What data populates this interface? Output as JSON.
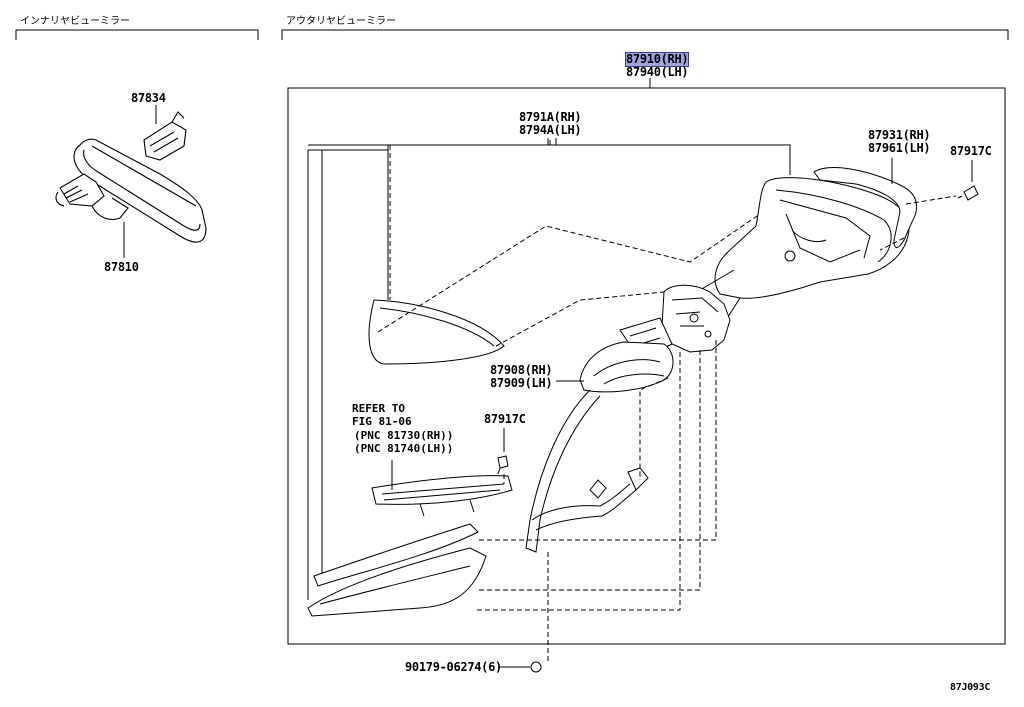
{
  "headers": {
    "inner_mirror": "インナリヤビューミラー",
    "outer_mirror": "アウタリヤビューミラー"
  },
  "parts": {
    "p87834": "87834",
    "p87810": "87810",
    "p87910": "87910(RH)",
    "p87940": "87940(LH)",
    "p8791A": "8791A(RH)",
    "p8794A": "8794A(LH)",
    "p87931": "87931(RH)",
    "p87961": "87961(LH)",
    "p87917C_top": "87917C",
    "p87908": "87908(RH)",
    "p87909": "87909(LH)",
    "p87917C_mid": "87917C",
    "p90179": "90179-06274(6)"
  },
  "refer": {
    "line1": "REFER TO",
    "line2": "FIG 81-06",
    "line3": "(PNC 81730(RH))",
    "line4": "(PNC 81740(LH))"
  },
  "diagram_code": "87J093C",
  "colors": {
    "highlight": "#9fa3dc"
  }
}
